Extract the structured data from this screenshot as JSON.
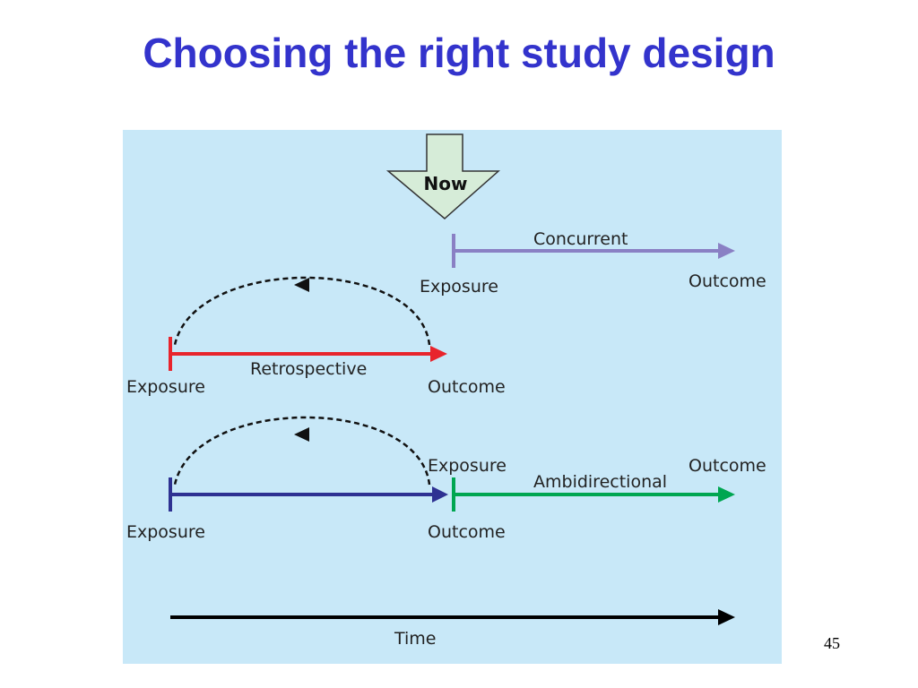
{
  "slide": {
    "title": "Choosing the right study design",
    "page_number": "45"
  },
  "diagram": {
    "background": "#c8e8f8",
    "now_label": "Now",
    "now_arrow_fill": "#d6ecd8",
    "concurrent": {
      "label": "Concurrent",
      "start_label": "Exposure",
      "end_label": "Outcome",
      "color": "#8a80c4"
    },
    "retrospective": {
      "label": "Retrospective",
      "start_label": "Exposure",
      "end_label": "Outcome",
      "color": "#e8242c"
    },
    "ambidirectional": {
      "label": "Ambidirectional",
      "past_start_label": "Exposure",
      "past_end_label": "Outcome",
      "future_start_label": "Exposure",
      "future_end_label": "Outcome",
      "past_color": "#2e3192",
      "future_color": "#00a651"
    },
    "time_axis": {
      "label": "Time",
      "color": "#000000"
    }
  }
}
